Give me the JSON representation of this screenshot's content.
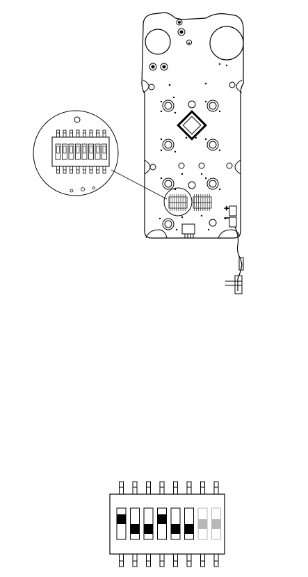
{
  "pcb": {
    "polarity_plus": "+",
    "polarity_minus": "−"
  },
  "dip_switch": {
    "positions": 8,
    "detail_states": [
      "up",
      "down",
      "down",
      "up",
      "down",
      "down",
      "unused",
      "unused"
    ]
  },
  "colors": {
    "line": "#000000",
    "background": "#ffffff",
    "unused_switch": "#b8b8b8"
  }
}
